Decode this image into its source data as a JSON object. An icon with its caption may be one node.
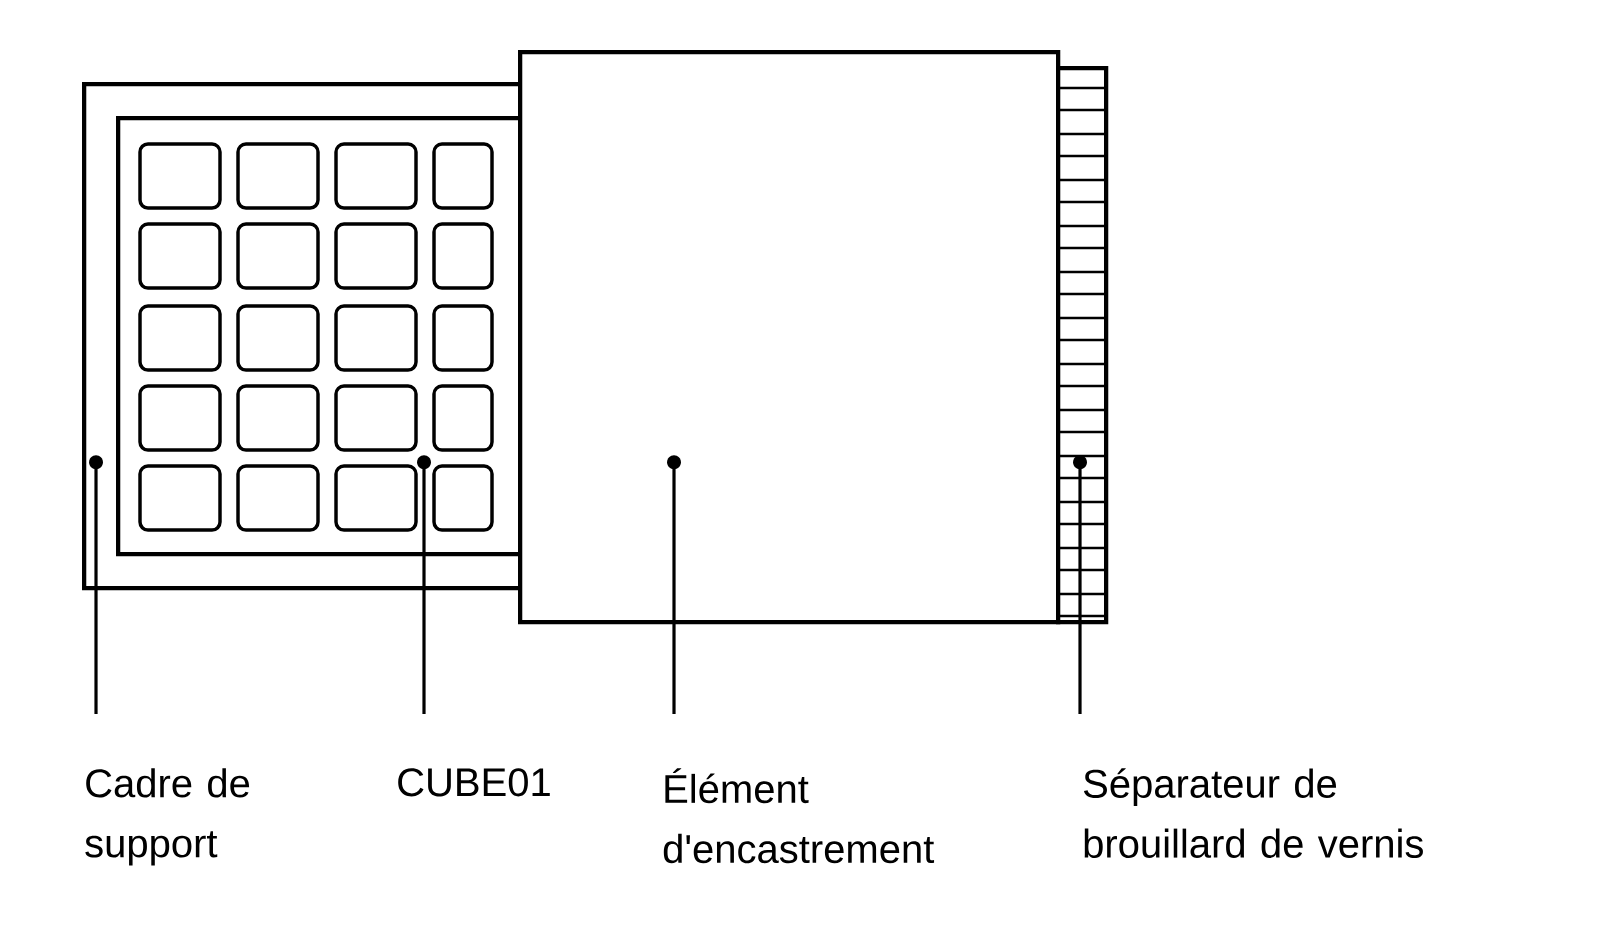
{
  "diagram": {
    "nodes": [
      {
        "text": [
          "Cadre de support"
        ]
      },
      {
        "text": [
          "CUBE01"
        ]
      },
      {
        "text": [
          "Élément d'encastrement"
        ]
      },
      {
        "text": [
          "Séparateur de brouillard de vernis"
        ]
      },
      {
        "text": [],
        "shape": "box"
      },
      {
        "text": [],
        "shape": "box",
        "in": 4
      },
      {
        "text": [],
        "shape": "box"
      },
      {
        "text": [],
        "shape": "box"
      }
    ],
    "edges": [
      {
        "from": 0,
        "to": 4,
        "arrow": "other"
      },
      {
        "from": 1,
        "to": 5,
        "arrow": "other"
      },
      {
        "from": 2,
        "to": 6,
        "arrow": "other"
      },
      {
        "from": 3,
        "to": 7,
        "arrow": "other"
      }
    ]
  }
}
